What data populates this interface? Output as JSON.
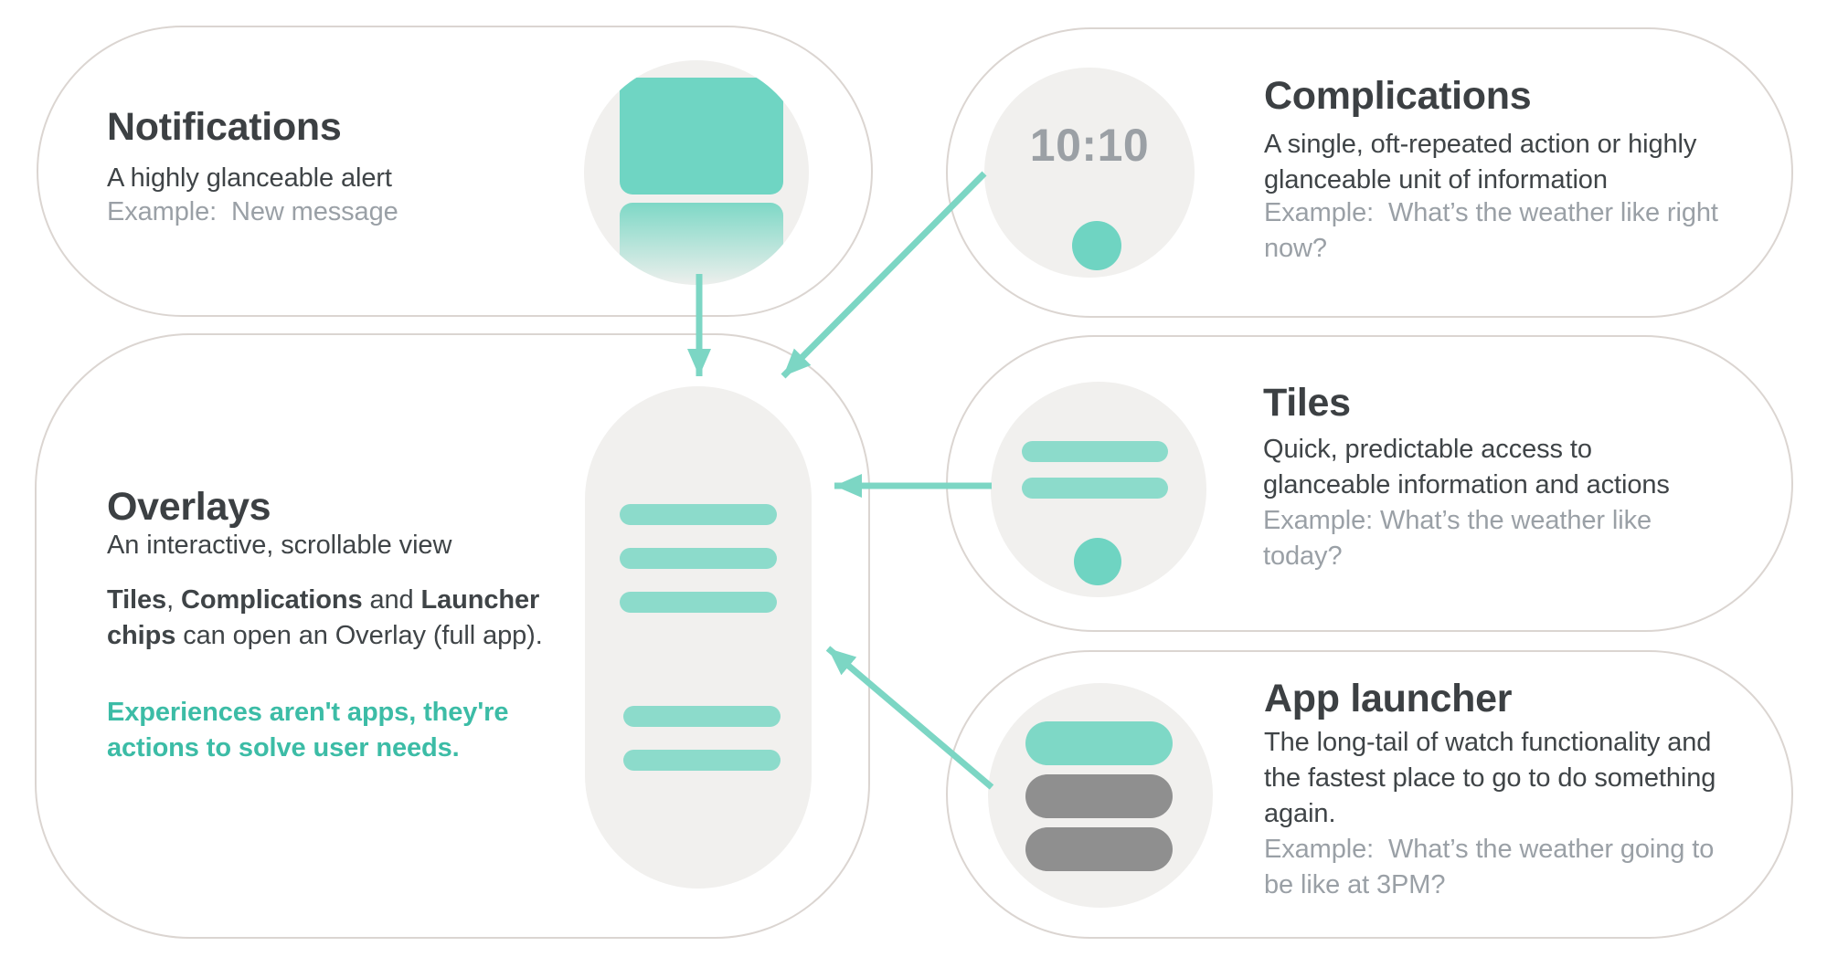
{
  "colors": {
    "accent_teal": "#7CD6C4",
    "mock_teal": "#8CDBCB",
    "solid_teal": "#6FD5C3",
    "highlight_teal": "#3CBCA6",
    "mock_gray": "#8F8F8F",
    "surface_gray": "#F1F0EE",
    "card_border": "#DBD5D1",
    "title_text": "#3C4043",
    "muted_text": "#9AA0A6"
  },
  "watch": {
    "time": "10:10"
  },
  "cards": {
    "notifications": {
      "title": "Notifications",
      "body": "A highly glanceable alert",
      "example": "Example:  New message"
    },
    "complications": {
      "title": "Complications",
      "body": [
        "A single, oft-repeated action or highly",
        "glanceable unit of information"
      ],
      "example": [
        "Example:  What’s the weather like right",
        "now?"
      ]
    },
    "tiles": {
      "title": "Tiles",
      "body": [
        "Quick, predictable access to",
        "glanceable information and actions"
      ],
      "example": [
        "Example: What’s the weather like",
        "today?"
      ]
    },
    "app_launcher": {
      "title": "App launcher",
      "body": [
        "The long-tail of watch functionality and",
        "the fastest place to go to do something",
        "again."
      ],
      "example": [
        "Example:  What’s the weather going to",
        "be like at 3PM?"
      ]
    },
    "overlays": {
      "title": "Overlays",
      "body": "An interactive, scrollable view",
      "note": [
        {
          "t": "Tiles",
          "b": true
        },
        {
          "t": ", ",
          "b": false
        },
        {
          "t": "Complications",
          "b": true
        },
        {
          "t": " and ",
          "b": false
        },
        {
          "t": "Launcher\nchips",
          "b": true
        },
        {
          "t": " can open an Overlay (full app).",
          "b": false
        }
      ],
      "highlight": [
        "Experiences aren't apps, they're",
        "actions to solve user needs."
      ]
    }
  }
}
